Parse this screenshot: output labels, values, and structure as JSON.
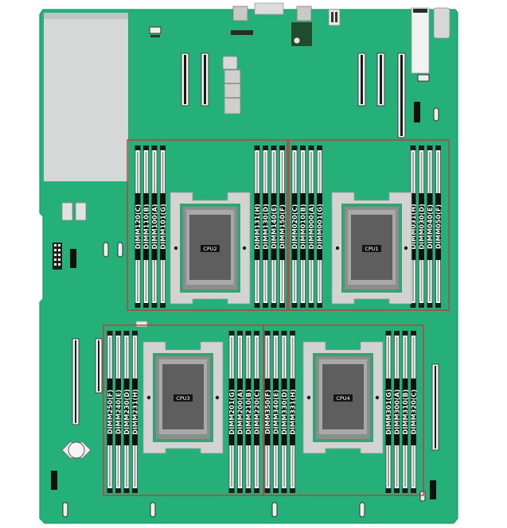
{
  "colors": {
    "board": "#25b07a",
    "board_edge": "#1f9d6c",
    "region_outline": "#d0343a",
    "metal": "#d3d3d3",
    "socket": "#8d8d8d",
    "die": "#5e5e5e",
    "dimm_fill": "#ffffff",
    "dimm_key": "#9aa3a0",
    "label_bg": "#111111"
  },
  "cpus": [
    {
      "id": "cpu2",
      "label": "CPU2"
    },
    {
      "id": "cpu1",
      "label": "CPU1"
    },
    {
      "id": "cpu3",
      "label": "CPU3"
    },
    {
      "id": "cpu4",
      "label": "CPU4"
    }
  ],
  "dimm_groups": [
    {
      "id": "cpu2-left",
      "labels": [
        "DIMM120(C)",
        "DIMM110(B)",
        "DIMM100(A)",
        "DIMM101(G)"
      ]
    },
    {
      "id": "cpu2-right",
      "labels": [
        "DIMM131(H)",
        "DIMM130(D)",
        "DIMM140(E)",
        "DIMM150(F)"
      ]
    },
    {
      "id": "cpu1-left",
      "labels": [
        "DIMM020(C)",
        "DIMM010(B)",
        "DIMM000(A)",
        "DIMM001(G)"
      ]
    },
    {
      "id": "cpu1-right",
      "labels": [
        "DIMM031(H)",
        "DIMM030(D)",
        "DIMM040(E)",
        "DIMM050(F)"
      ]
    },
    {
      "id": "cpu3-left",
      "labels": [
        "DIMM250(F)",
        "DIMM240(E)",
        "DIMM230(D)",
        "DIMM231(H)"
      ]
    },
    {
      "id": "cpu3-right",
      "labels": [
        "DIMM201(G)",
        "DIMM200(A)",
        "DIMM210(B)",
        "DIMM220(C)"
      ]
    },
    {
      "id": "cpu4-left",
      "labels": [
        "DIMM350(F)",
        "DIMM340(E)",
        "DIMM330(D)",
        "DIMM331(H)"
      ]
    },
    {
      "id": "cpu4-right",
      "labels": [
        "DIMM301(G)",
        "DIMM300(A)",
        "DIMM310(B)",
        "DIMM320(C)"
      ]
    }
  ]
}
